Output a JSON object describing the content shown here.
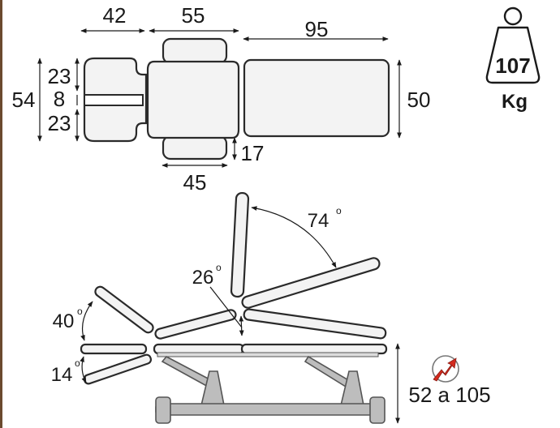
{
  "dimensions": {
    "head_length": "42",
    "back_length": "55",
    "leg_length": "95",
    "total_width": "54",
    "side_top": "23",
    "center_gap": "8",
    "side_bottom": "23",
    "leg_width": "50",
    "armrest_offset": "17",
    "armrest_length": "45"
  },
  "angles": {
    "back_angle": "74",
    "leg_angle": "26",
    "head_up": "40",
    "head_down": "14",
    "degree_symbol": "o"
  },
  "weight": {
    "value": "107",
    "unit": "Kg"
  },
  "height_range": "52 a 105",
  "icons": {
    "weight": "weight-icon",
    "electric": "electric-height-icon"
  },
  "colors": {
    "line": "#2a2a2a",
    "frame_gray": "#bdbdbd",
    "electric_red": "#d42a1e",
    "left_border": "#6b4a2e"
  }
}
